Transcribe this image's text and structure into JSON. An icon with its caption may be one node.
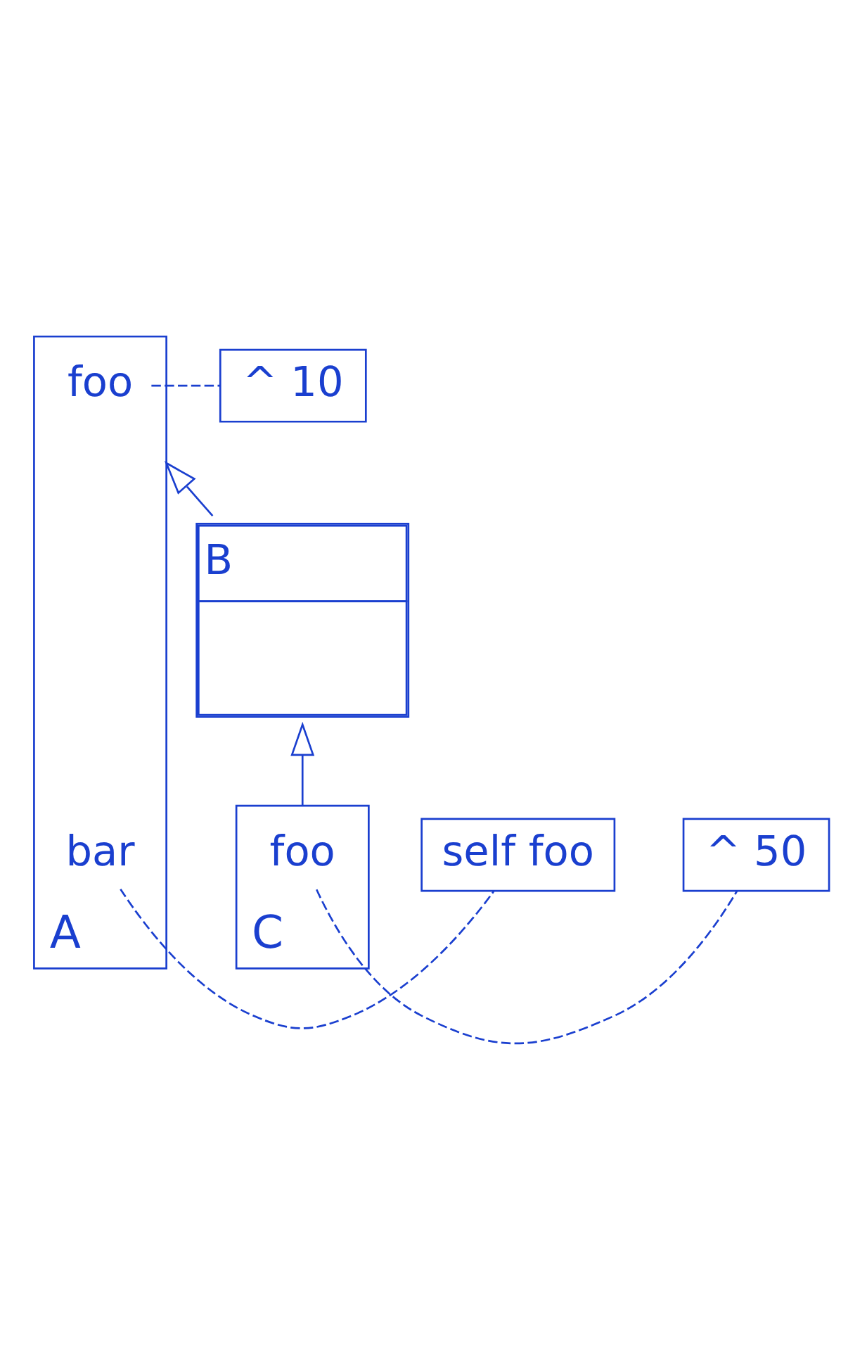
{
  "diagram": {
    "nodes": [
      {
        "text": [
          "A"
        ]
      },
      {
        "text": [
          "foo"
        ],
        "in": 0
      },
      {
        "text": [
          "bar"
        ],
        "in": 0
      },
      {
        "text": [
          "^ 10"
        ]
      },
      {
        "text": [
          "self foo"
        ]
      },
      {
        "text": [
          "B"
        ]
      },
      {
        "text": [
          "C"
        ]
      },
      {
        "text": [
          "foo"
        ],
        "in": 6
      },
      {
        "text": [
          "^ 50"
        ]
      }
    ],
    "edges": [
      {
        "from": 1,
        "to": 3,
        "arrow": "none",
        "style": "dashed"
      },
      {
        "from": 2,
        "to": 4,
        "arrow": "none",
        "style": "dashed"
      },
      {
        "from": 5,
        "to": 0,
        "arrow": "to"
      },
      {
        "from": 6,
        "to": 5,
        "arrow": "to"
      },
      {
        "from": 7,
        "to": 8,
        "arrow": "none",
        "style": "dashed"
      }
    ]
  }
}
